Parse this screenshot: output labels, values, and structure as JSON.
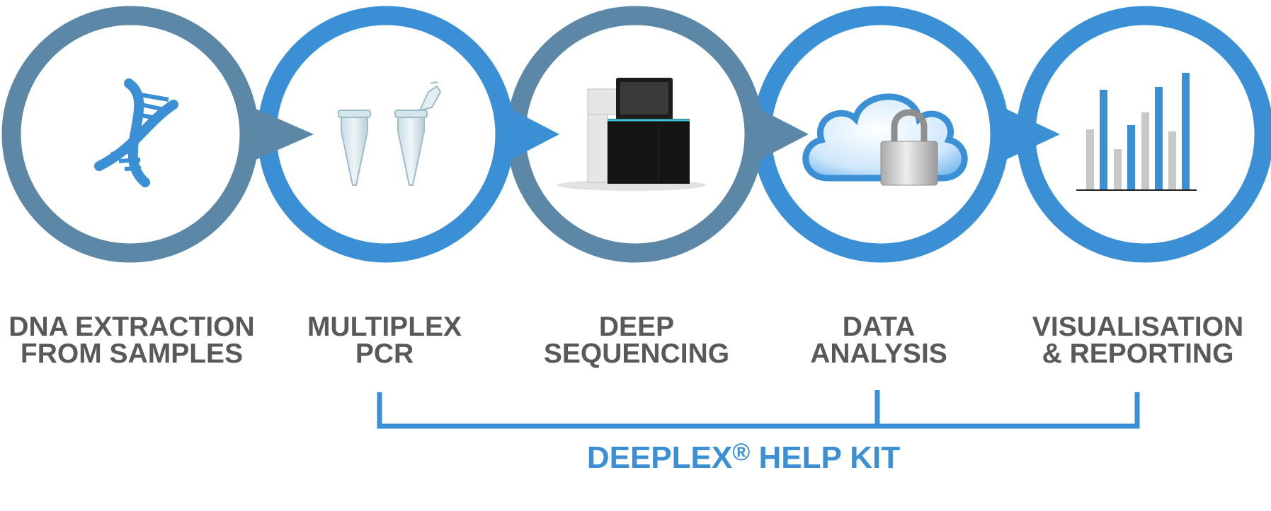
{
  "colors": {
    "ring_slate": "#5d87a6",
    "ring_blue": "#3b8fd4",
    "label_gray": "#595959",
    "kit_blue": "#3b8fd4",
    "bar_gray": "#c8c8c8",
    "bar_blue": "#3b8fd4"
  },
  "steps": [
    {
      "line1": "DNA EXTRACTION",
      "line2": "FROM SAMPLES",
      "icon": "dna-icon",
      "ring": "ring_slate"
    },
    {
      "line1": "MULTIPLEX",
      "line2": "PCR",
      "icon": "pcr-tubes-icon",
      "ring": "ring_blue"
    },
    {
      "line1": "DEEP",
      "line2": "SEQUENCING",
      "icon": "sequencer-icon",
      "ring": "ring_slate"
    },
    {
      "line1": "DATA",
      "line2": "ANALYSIS",
      "icon": "cloud-lock-icon",
      "ring": "ring_blue"
    },
    {
      "line1": "VISUALISATION",
      "line2": "& REPORTING",
      "icon": "bar-chart-icon",
      "ring": "ring_blue"
    }
  ],
  "kit": {
    "name": "DEEPLEX",
    "mark": "®",
    "suffix": " HELP KIT"
  }
}
